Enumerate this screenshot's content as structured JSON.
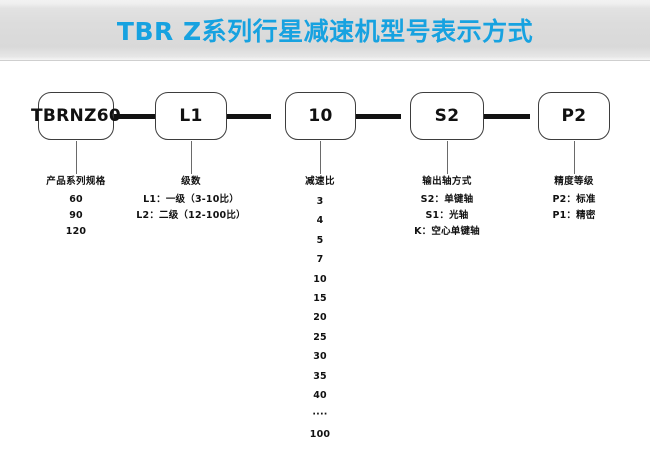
{
  "header": {
    "title": "TBR Z系列行星减速机型号表示方式",
    "accent_color": "#17a2e0",
    "background_color": "#dcdcdc"
  },
  "diagram": {
    "type": "model-code-breakdown",
    "nodes": [
      {
        "id": "series",
        "label": "TBRNZ60"
      },
      {
        "id": "stage",
        "label": "L1"
      },
      {
        "id": "ratio",
        "label": "10"
      },
      {
        "id": "shaft",
        "label": "S2"
      },
      {
        "id": "precision",
        "label": "P2"
      }
    ],
    "columns": [
      {
        "id": "series",
        "heading": "产品系列规格",
        "items": [
          "60",
          "90",
          "120"
        ]
      },
      {
        "id": "stage",
        "heading": "级数",
        "items": [
          "L1：一级（3-10比）",
          "L2：二级（12-100比）"
        ]
      },
      {
        "id": "ratio",
        "heading": "减速比",
        "items": [
          "3",
          "4",
          "5",
          "7",
          "10",
          "15",
          "20",
          "25",
          "30",
          "35",
          "40",
          "····",
          "100"
        ]
      },
      {
        "id": "shaft",
        "heading": "输出轴方式",
        "items": [
          "S2：单键轴",
          "S1：光轴",
          "K：空心单键轴"
        ]
      },
      {
        "id": "precision",
        "heading": "精度等级",
        "items": [
          "P2：标准",
          "P1：精密"
        ]
      }
    ]
  }
}
